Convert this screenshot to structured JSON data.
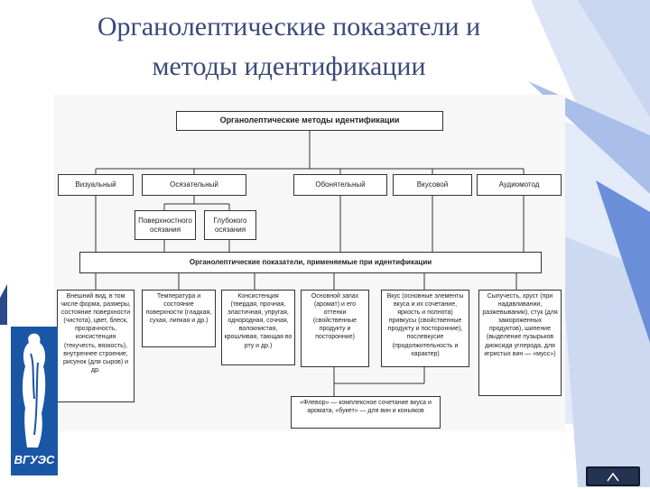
{
  "slide": {
    "title_line1": "Органолептические показатели и",
    "title_line2": "методы идентификации"
  },
  "colors": {
    "accent": "#3a4a78",
    "deco_blue": "#6a8fd8",
    "logo_blue": "#1a56a6",
    "nav": "#24334f"
  },
  "logo": {
    "text": "ВГУЭС"
  },
  "diagram": {
    "top": "Органолептические методы идентификации",
    "methods": [
      "Визуальный",
      "Осязательный",
      "Обонятельный",
      "Вкусовой",
      "Аудиомотод"
    ],
    "sub_methods": [
      "Поверхностного осязания",
      "Глубокого осязания"
    ],
    "middle": "Органолептические показатели, применяемые при идентификации",
    "indicators": [
      "Внешний вид, в том числе форма, размеры, состояние поверхности (чистота), цвет, блеск, прозрачность, консистенция (текучесть, вязкость), внутреннее строение, рисунок (для сыров) и др.",
      "Температура и состояние поверхности (гладкая, сухая, липкая и др.)",
      "Консистенция (твердая, прочная, эластичная, упругая, однородная, сочная, волокнистая, крошливая, тающая во рту и др.)",
      "Основной запах (аромат) и его оттенки (свойственные продукту и посторонние)",
      "Вкус (основные элементы вкуса и их сочетание, яркость и полнота) привкусы (свойственные продукту и посторонние), послевкусие (продолжительность и характер)",
      "Сыпучесть, хруст (при надавливании, разжевывании), стук (для замороженных продуктов), шипение (выделение пузырьков диоксида углерода, для игристых вин — «мусс»)"
    ],
    "bottom": "«Флевор» — комплексное сочетание вкуса и аромата, «букет» — для вин и коньяков"
  }
}
